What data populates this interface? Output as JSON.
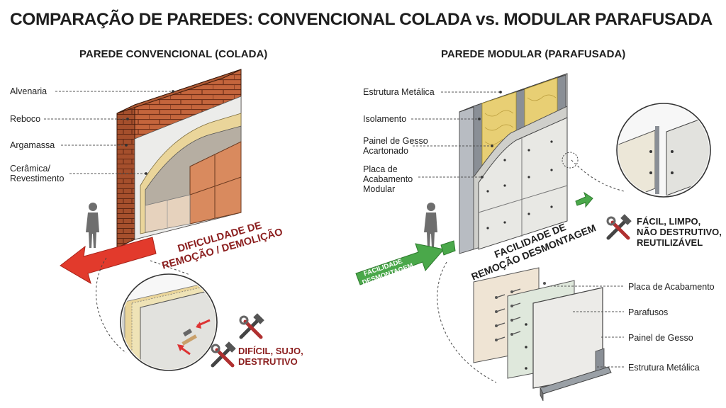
{
  "title": "COMPARAÇÃO DE PAREDES: CONVENCIONAL COLADA vs. MODULAR PARAFUSADA",
  "left_panel": {
    "heading": "PAREDE CONVENCIONAL (COLADA)",
    "labels": {
      "alvenaria": "Alvenaria",
      "reboco": "Reboco",
      "argamassa": "Argamassa",
      "ceramica_line1": "Cerâmica/",
      "ceramica_line2": "Revestimento"
    },
    "difficulty_line1": "DIFICULDADE DE",
    "difficulty_line2": "REMOÇÃO / DEMOLIÇÃO",
    "note_line1": "DIFÍCIL, SUJO,",
    "note_line2": "DESTRUTIVO"
  },
  "right_panel": {
    "heading": "PAREDE MODULAR (PARAFUSADA)",
    "labels": {
      "estrutura": "Estrutura Metálica",
      "isolamento": "Isolamento",
      "painel_line1": "Painel de Gesso",
      "painel_line2": "Acartonado",
      "placa_line1": "Placa de",
      "placa_line2": "Acabamento",
      "placa_line3": "Modular"
    },
    "ease_line1": "FACILIDADE DE",
    "ease_line2": "REMOÇÃO DESMONTAGEM",
    "arrow_line1": "FACILIDADE",
    "arrow_line2": "DESMONTAGEM",
    "note_line1": "FÁCIL, LIMPO,",
    "note_line2": "NÃO DESTRUTIVO,",
    "note_line3": "REUTILIZÁVEL",
    "exploded_labels": {
      "placa": "Placa de Acabamento",
      "parafusos": "Parafusos",
      "painel": "Painel de Gesso",
      "estrutura": "Estrutura Metálica"
    }
  },
  "colors": {
    "brick": "#c4653c",
    "mortar_white": "#ececea",
    "adhesive_yellow": "#ead59a",
    "tile": "#d98a5e",
    "red_accent": "#8b1e1e",
    "red_arrow": "#e23a2c",
    "green_arrow": "#4aa84a",
    "steel": "#8a8f96",
    "gypsum": "#e8e8e4"
  },
  "icons": [
    "hammer-wrench-icon",
    "person-silhouette-icon",
    "arrow-left-icon",
    "arrow-right-icon",
    "screw-icon"
  ]
}
